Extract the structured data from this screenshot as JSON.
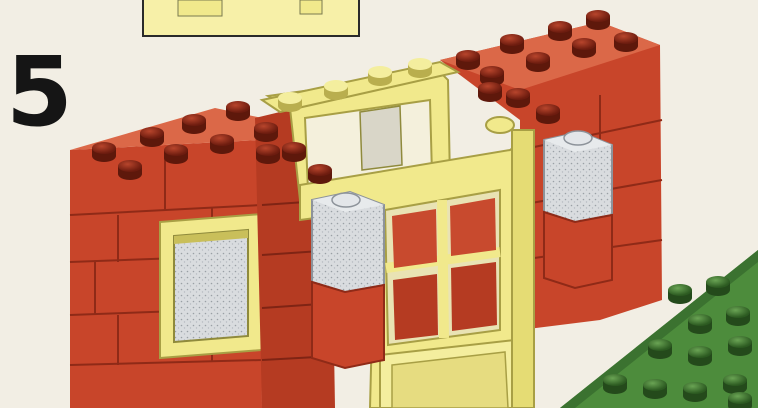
{
  "instruction_page": {
    "step_number": "5"
  },
  "palette": {
    "background": "#f2eee4",
    "brick_red": "#c8452a",
    "brick_red_dark": "#9e2f1b",
    "brick_red_light": "#db6848",
    "stud_dark": "#7a2212",
    "frame_yellow": "#f1e98c",
    "frame_yellow_dark": "#c9bf5a",
    "glass_grey": "#d9dcdf",
    "baseplate_green": "#4d8c3c",
    "baseplate_green_dark": "#2f5e24"
  },
  "icons": [
    "lego-brick-red",
    "lego-window-frame-yellow",
    "lego-door-yellow",
    "lego-brick-transparent",
    "lego-baseplate-green"
  ]
}
